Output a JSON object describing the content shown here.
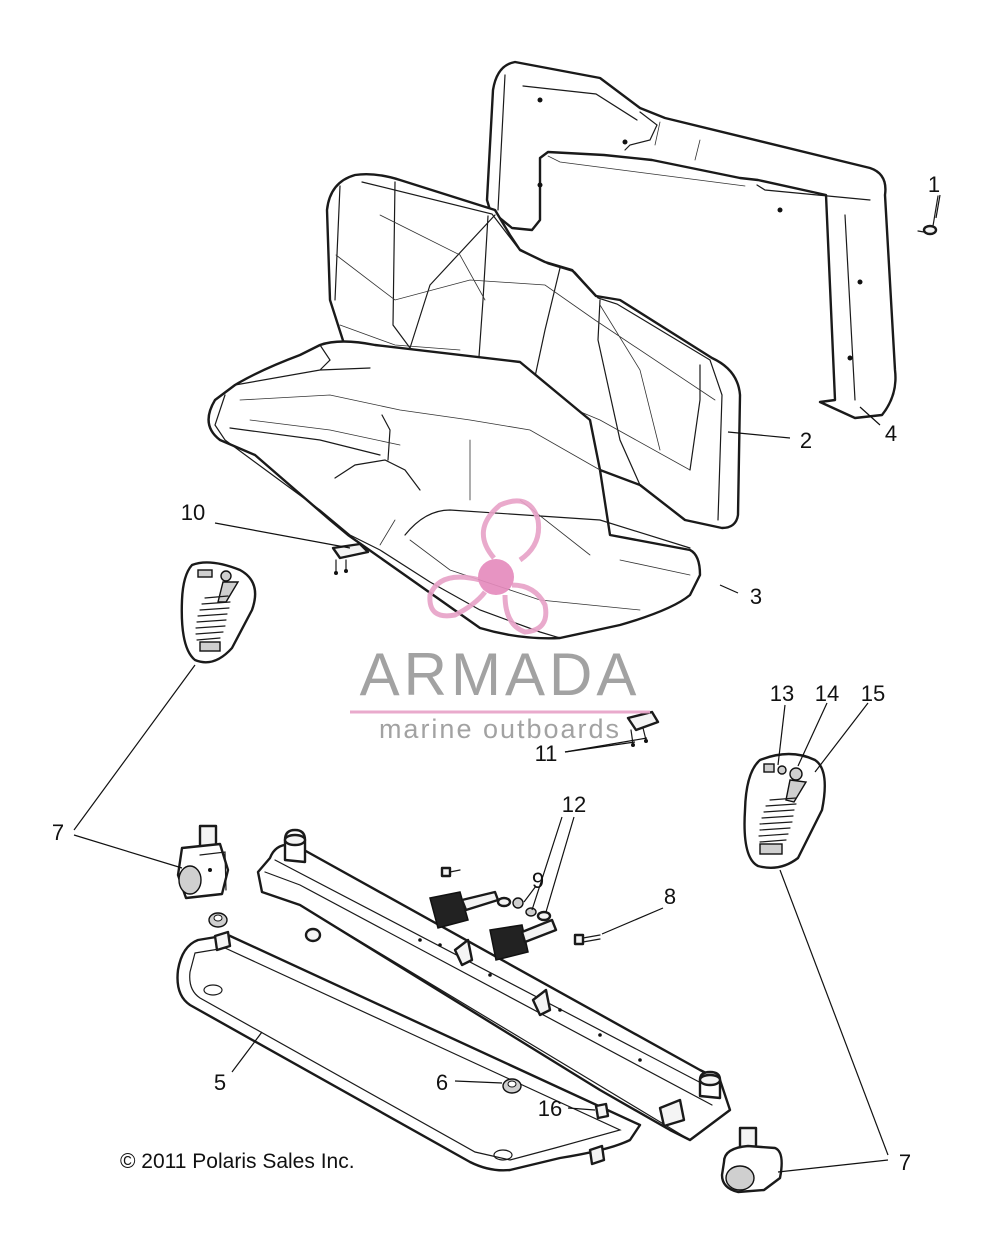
{
  "copyright": "© 2011 Polaris Sales Inc.",
  "watermark": {
    "name": "ARMADA",
    "tagline": "marine outboards",
    "colors": {
      "name": "#9b9b9b",
      "emblem": "#e8a3c8",
      "emblem_center": "#e58bbd"
    }
  },
  "callouts": {
    "c1": "1",
    "c2": "2",
    "c3": "3",
    "c4": "4",
    "c5": "5",
    "c6": "6",
    "c7a": "7",
    "c7b": "7",
    "c8": "8",
    "c9": "9",
    "c10": "10",
    "c11": "11",
    "c12": "12",
    "c13": "13",
    "c14": "14",
    "c15": "15",
    "c16": "16"
  }
}
